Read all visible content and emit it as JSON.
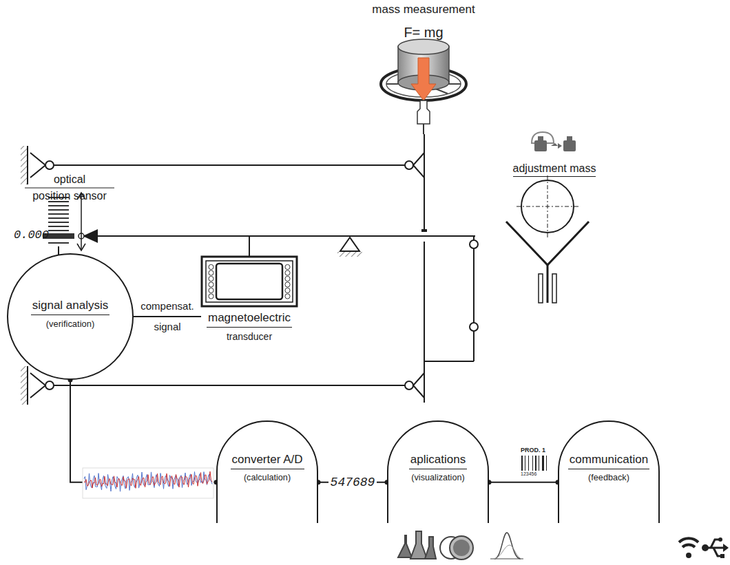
{
  "diagram": {
    "nodes": [
      {
        "text": [
          "signal analysis",
          "(verification)"
        ]
      },
      {
        "text": [
          "magnetoelectric",
          "transducer"
        ]
      },
      {
        "text": [
          "converter A/D",
          "(calculation)"
        ]
      },
      {
        "text": [
          "aplications",
          "(visualization)"
        ]
      },
      {
        "text": [
          "communication",
          "(feedback)"
        ]
      }
    ],
    "edges": [
      {
        "from": 0,
        "to": 1,
        "label": "compensat. signal",
        "arrow": "none"
      },
      {
        "from": 0,
        "to": 2,
        "arrow": "none"
      },
      {
        "from": 2,
        "to": 3,
        "label": "547689",
        "arrow": "none"
      },
      {
        "from": 3,
        "to": 4,
        "arrow": "none"
      }
    ],
    "labels": [
      "mass measurement",
      "F= mg",
      "optical",
      "position sensor",
      "0.000",
      "adjustment mass",
      "PROD. 1",
      "123456"
    ]
  }
}
